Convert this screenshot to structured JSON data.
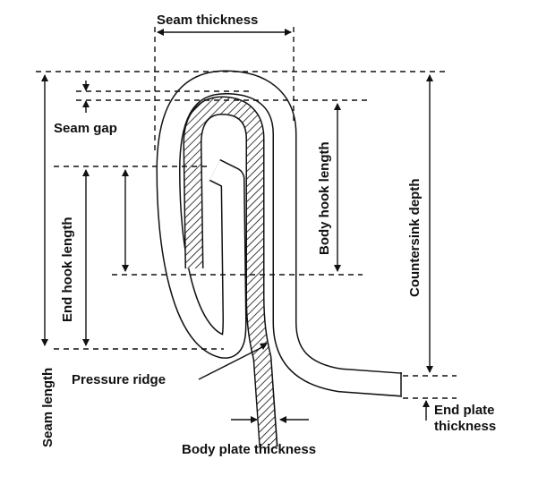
{
  "title": "Double seam cross-section",
  "labels": {
    "seam_thickness": "Seam thickness",
    "seam_gap": "Seam gap",
    "end_hook_length": "End hook length",
    "seam_length": "Seam length",
    "body_hook_length": "Body hook length",
    "countersink_depth": "Countersink depth",
    "pressure_ridge": "Pressure ridge",
    "end_plate_thickness_1": "End plate",
    "end_plate_thickness_2": "thickness",
    "body_plate_thickness": "Body plate thickness"
  }
}
